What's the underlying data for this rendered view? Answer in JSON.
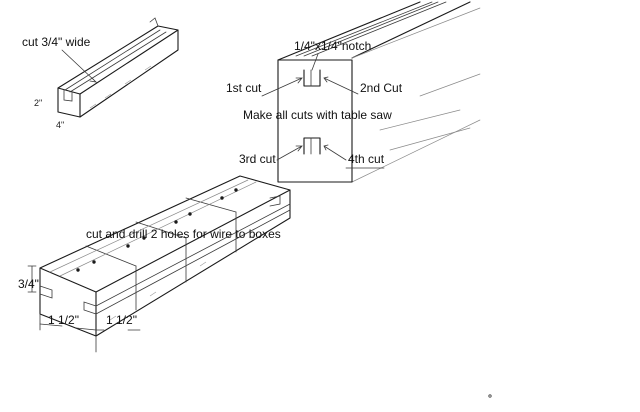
{
  "labels": {
    "cut_width": "cut 3/4\" wide",
    "dim_2": "2\"",
    "dim_4": "4\"",
    "notch": "1/4\"x1/4\"notch",
    "first_cut": "1st cut",
    "second_cut": "2nd Cut",
    "instruction": "Make all cuts with table saw",
    "third_cut": "3rd cut",
    "fourth_cut": "4th cut",
    "drill_note": "cut and drill 2 holes for wire to boxes",
    "dim_three_quarter": "3/4\"",
    "dim_one_half_left": "1 1/2\"",
    "dim_one_half_right": "1 1/2\""
  }
}
